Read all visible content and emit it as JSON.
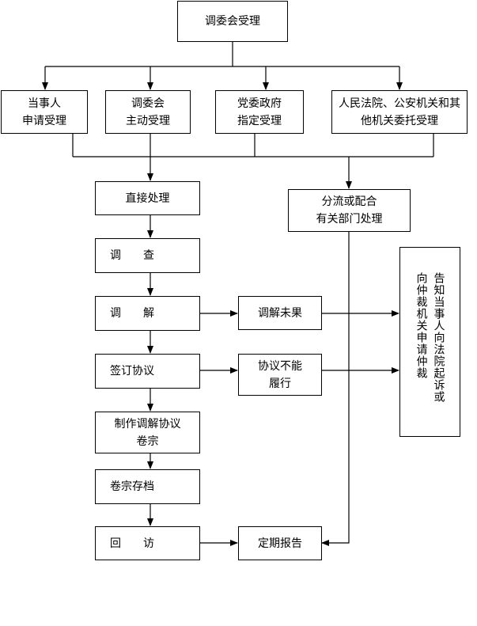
{
  "nodes": {
    "accept": "调委会受理",
    "party": "当事人\n申请受理",
    "committee": "调委会\n主动受理",
    "party_gov": "党委政府\n指定受理",
    "court": "人民法院、公安机关和其\n他机关委托受理",
    "direct": "直接处理",
    "divert": "分流或配合\n有关部门处理",
    "investigate": "调　　查",
    "mediate": "调　　解",
    "mediate_fail": "调解未果",
    "sign": "签订协议",
    "not_perform": "协议不能\n履行",
    "notify": "告知当事人向法院起诉或向仲裁机关申请仲裁",
    "dossier": "制作调解协议\n卷宗",
    "archive": "卷宗存档",
    "visit": "回　　访",
    "report": "定期报告"
  },
  "style": {
    "stroke": "#000000",
    "fill": "#ffffff"
  }
}
